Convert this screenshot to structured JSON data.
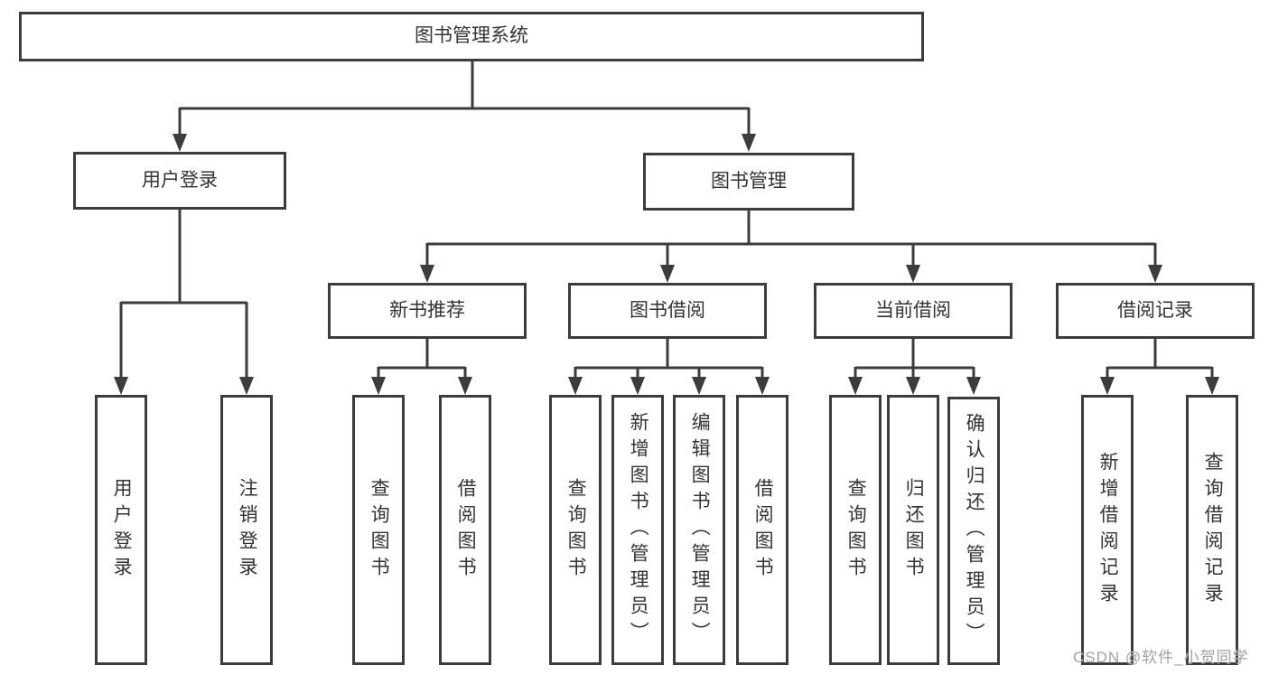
{
  "diagram": {
    "root": {
      "label": "图书管理系统"
    },
    "level2": [
      {
        "label": "用户登录",
        "leaves": [
          "用户登录",
          "注销登录"
        ]
      },
      {
        "label": "图书管理",
        "children": [
          {
            "label": "新书推荐",
            "leaves": [
              "查询图书",
              "借阅图书"
            ]
          },
          {
            "label": "图书借阅",
            "leaves": [
              "查询图书",
              "新增图书（管理员）",
              "编辑图书（管理员）",
              "借阅图书"
            ]
          },
          {
            "label": "当前借阅",
            "leaves": [
              "查询图书",
              "归还图书",
              "确认归还（管理员）"
            ]
          },
          {
            "label": "借阅记录",
            "leaves": [
              "新增借阅记录",
              "查询借阅记录"
            ]
          }
        ]
      }
    ]
  },
  "watermark": "CSDN @软件_小贺同学",
  "colors": {
    "line": "#3c3c3c",
    "text": "#333333",
    "watermark": "#a6a6a6",
    "background": "#ffffff"
  }
}
